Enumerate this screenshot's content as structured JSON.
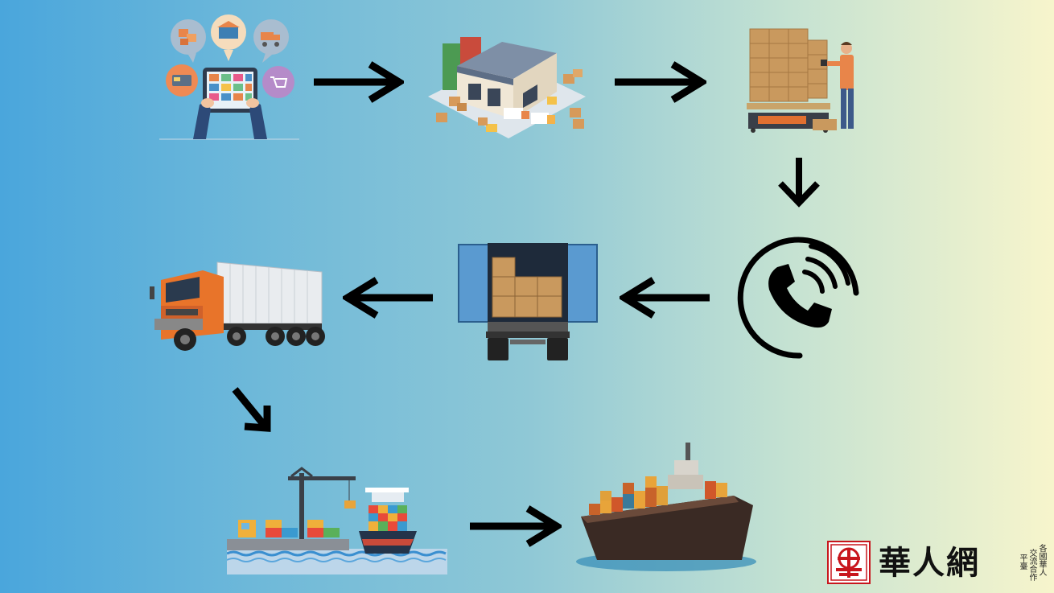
{
  "flow": {
    "steps": [
      {
        "icon": "online-shopping-tablet-icon"
      },
      {
        "icon": "warehouse-icon"
      },
      {
        "icon": "worker-scanning-boxes-icon"
      },
      {
        "icon": "phone-call-icon"
      },
      {
        "icon": "loaded-truck-container-icon"
      },
      {
        "icon": "container-truck-icon"
      },
      {
        "icon": "port-crane-icon"
      },
      {
        "icon": "cargo-ship-icon"
      }
    ],
    "arrow_color": "#000000"
  },
  "logo": {
    "name": "華人網",
    "slogan_col1": "各國華人",
    "slogan_col2": "交流合作",
    "slogan_col3": "平臺",
    "seal_color": "#c8161d"
  }
}
